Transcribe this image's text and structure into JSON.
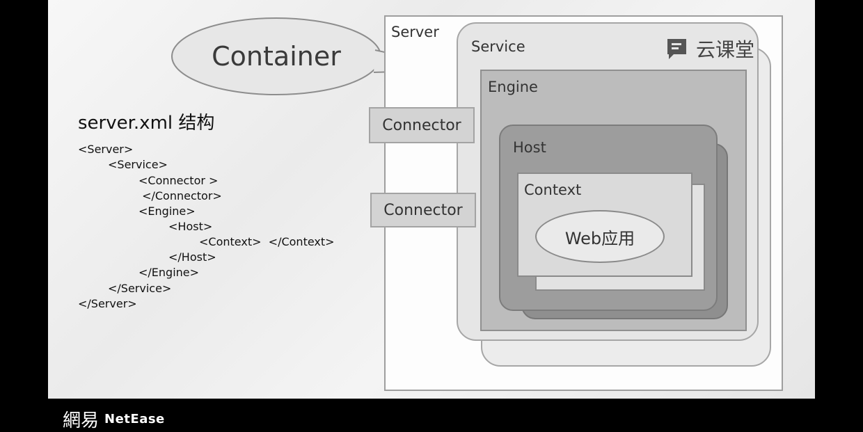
{
  "callout": {
    "label": "Container"
  },
  "xml": {
    "title": "server.xml 结构",
    "lines": [
      "<Server>",
      "<Service>",
      "<Connector >",
      " </Connector>",
      "<Engine>",
      "<Host>",
      "<Context>  </Context>",
      "</Host>",
      "</Engine>",
      "</Service>",
      "</Server>"
    ]
  },
  "diagram": {
    "server": "Server",
    "service": "Service",
    "engine": "Engine",
    "host": "Host",
    "context": "Context",
    "webapp": "Web应用",
    "connector_1": "Connector",
    "connector_2": "Connector"
  },
  "brand": {
    "watermark": "云课堂",
    "icon": "chat-bubble-icon"
  },
  "footer": {
    "logo_cn": "網易",
    "logo_en": "NetEase"
  },
  "colors": {
    "background": "#000000",
    "slide": "#f0f0f0",
    "engine": "#bcbcbc",
    "host": "#9d9d9d"
  }
}
